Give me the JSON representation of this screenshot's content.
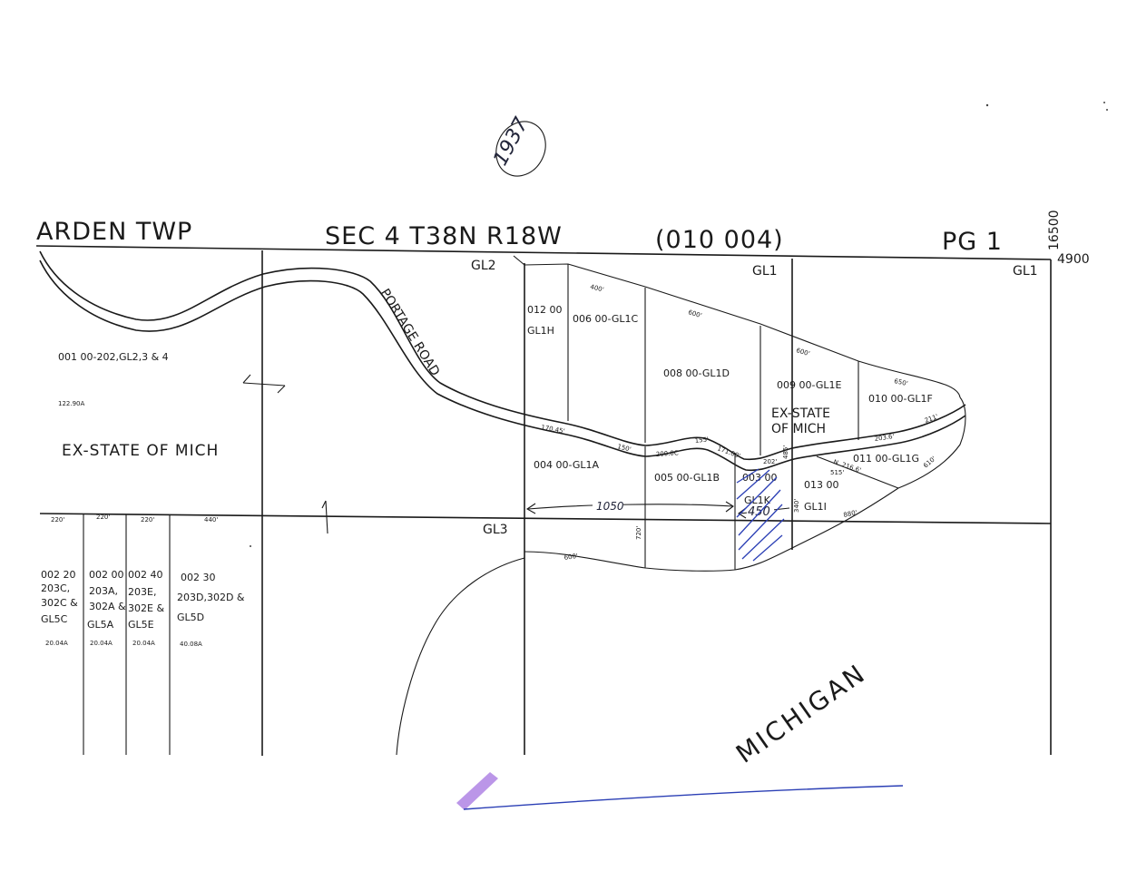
{
  "header": {
    "township": "ARDEN TWP",
    "section": "SEC 4 T38N R18W",
    "code": "(010 004)",
    "page": "PG 1",
    "coord_vertical": "16500",
    "coord_horizontal": "4900"
  },
  "annotations": {
    "handwritten_number": "1937",
    "dimension_1050": "1050",
    "dimension_450": "450"
  },
  "corners": {
    "gl2": "GL2",
    "gl1_mid": "GL1",
    "gl1_right": "GL1",
    "gl3": "GL3"
  },
  "road": {
    "label": "PORTAGE ROAD"
  },
  "lake": {
    "label": "MICHIGAN"
  },
  "parcels": {
    "p001": {
      "id": "001 00-202,GL2,3 & 4",
      "area": "122.90A",
      "note": "EX-STATE OF MICH"
    },
    "p012": {
      "line1": "012 00",
      "line2": "GL1H"
    },
    "p006": {
      "id": "006 00-GL1C"
    },
    "p008": {
      "id": "008 00-GL1D"
    },
    "p009": {
      "id": "009 00-GL1E",
      "note_line1": "EX-STATE",
      "note_line2": "OF MICH"
    },
    "p010": {
      "id": "010 00-GL1F"
    },
    "p004": {
      "id": "004 00-GL1A"
    },
    "p005": {
      "id": "005 00-GL1B"
    },
    "p003": {
      "line1": "003 00",
      "line2": "GL1K"
    },
    "p011": {
      "id": "011 00-GL1G"
    },
    "p013": {
      "line1": "013 00",
      "line2": "GL1I"
    },
    "p002_20": {
      "line1": "002 20",
      "line2": "203C,",
      "line3": "302C &",
      "line4": "GL5C",
      "area": "20.04A",
      "width": "220'"
    },
    "p002_00": {
      "line1": "002 00",
      "line2": "203A,",
      "line3": "302A &",
      "line4": "GL5A",
      "area": "20.04A",
      "width": "220'"
    },
    "p002_40": {
      "line1": "002 40",
      "line2": "203E,",
      "line3": "302E &",
      "line4": "GL5E",
      "area": "20.04A",
      "width": "220'"
    },
    "p002_30": {
      "line1": "002 30",
      "line2": "203D,302D &",
      "line3": "GL5D",
      "area": "40.08A",
      "width": "440'"
    }
  },
  "dimensions": {
    "d400": "400'",
    "d600a": "600'",
    "d600b": "600'",
    "d650": "650'",
    "d211": "211'",
    "d170": "170.45'",
    "d150": "150'",
    "d200": "200.0C",
    "d155": "155'",
    "d171": "171.00'",
    "d202": "202'",
    "d203": "203.6'",
    "dN": "N. 216.6'",
    "d610": "610'",
    "d515": "515'",
    "d340": "340'",
    "d720": "720'",
    "d600c": "600'",
    "d880": "880'",
    "d485": "485'"
  },
  "colors": {
    "ink": "#1a1a1a",
    "handwriting_blue": "#2b3fb5",
    "highlighter_purple": "#b48be6"
  }
}
